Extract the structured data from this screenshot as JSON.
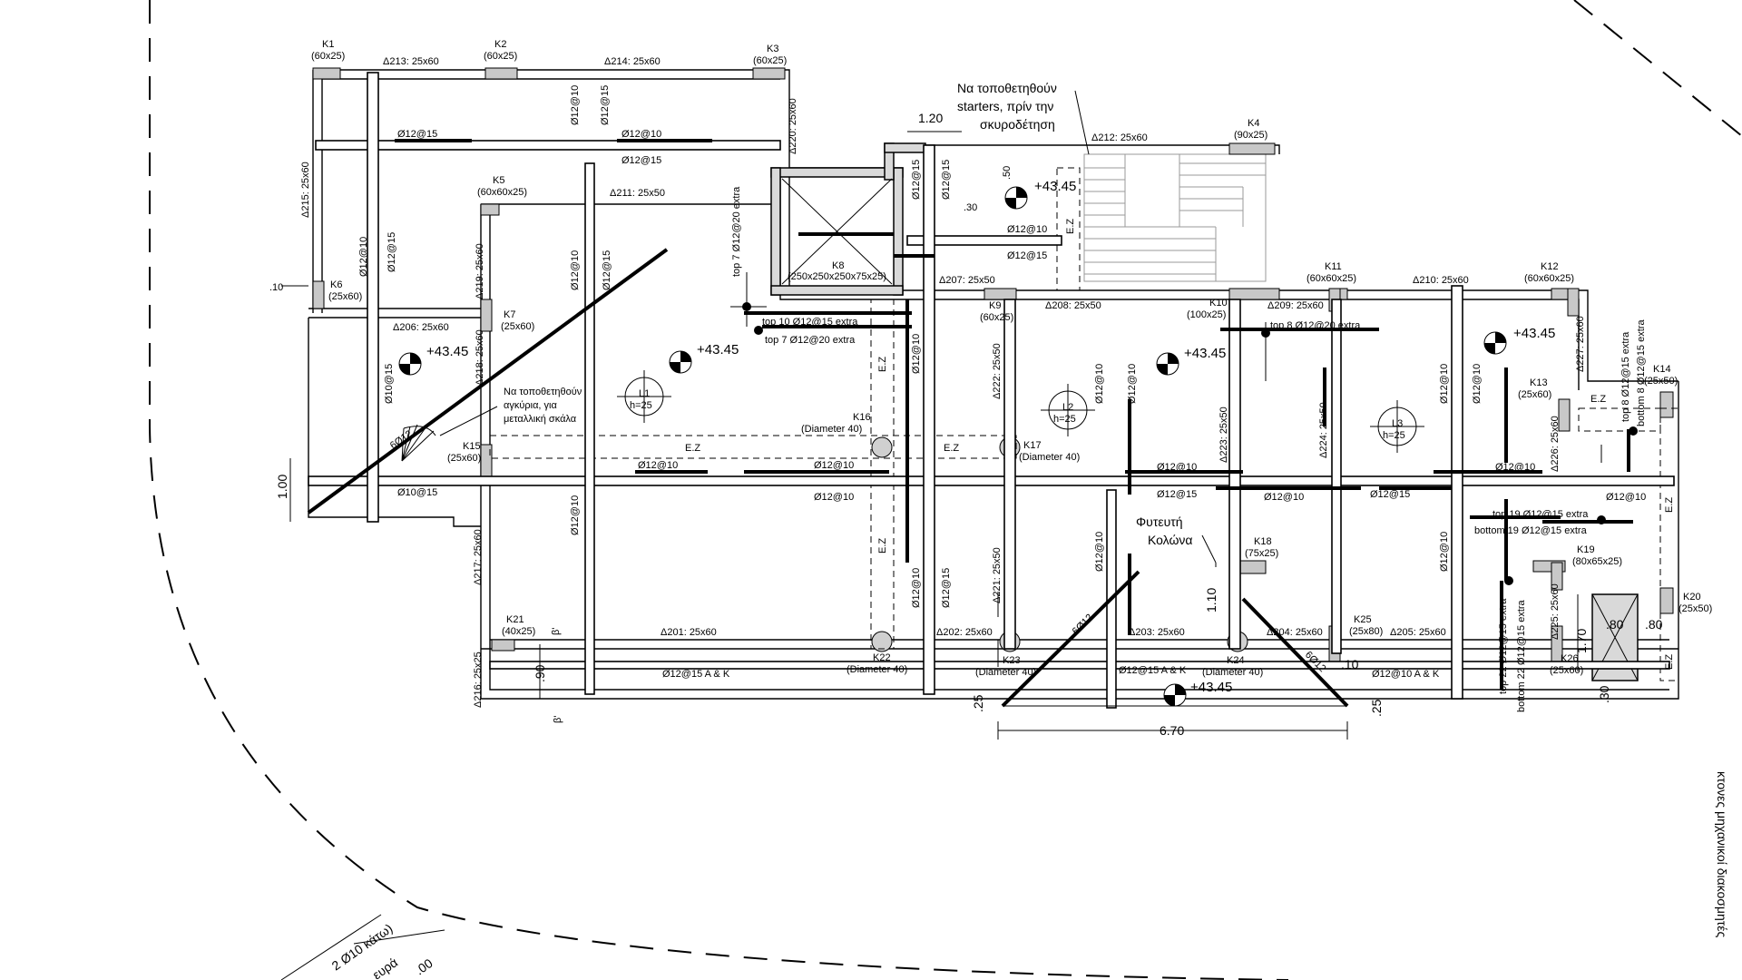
{
  "columns": [
    {
      "id": "K1",
      "size": "(60x25)"
    },
    {
      "id": "K2",
      "size": "(60x25)"
    },
    {
      "id": "K3",
      "size": "(60x25)"
    },
    {
      "id": "K4",
      "size": "(90x25)"
    },
    {
      "id": "K5",
      "size": "(60x60x25)"
    },
    {
      "id": "K6",
      "size": "(25x60)"
    },
    {
      "id": "K7",
      "size": "(25x60)"
    },
    {
      "id": "K8",
      "size": "(250x250x250x75x25)"
    },
    {
      "id": "K9",
      "size": "(60x25)"
    },
    {
      "id": "K10",
      "size": "(100x25)"
    },
    {
      "id": "K11",
      "size": "(60x60x25)"
    },
    {
      "id": "K12",
      "size": "(60x60x25)"
    },
    {
      "id": "K13",
      "size": "(25x60)"
    },
    {
      "id": "K14",
      "size": "(25x50)"
    },
    {
      "id": "K15",
      "size": "(25x60)"
    },
    {
      "id": "K16",
      "size": "(Diameter 40)"
    },
    {
      "id": "K17",
      "size": "(Diameter 40)"
    },
    {
      "id": "K18",
      "size": "(75x25)"
    },
    {
      "id": "K19",
      "size": "(80x65x25)"
    },
    {
      "id": "K20",
      "size": "(25x50)"
    },
    {
      "id": "K21",
      "size": "(40x25)"
    },
    {
      "id": "K22",
      "size": "(Diameter 40)"
    },
    {
      "id": "K23",
      "size": "(Diameter 40)"
    },
    {
      "id": "K24",
      "size": "(Diameter 40)"
    },
    {
      "id": "K25",
      "size": "(25x80)"
    },
    {
      "id": "K26",
      "size": "(25x60)"
    }
  ],
  "beams": {
    "b213": "Δ213: 25x60",
    "b214": "Δ214: 25x60",
    "b212": "Δ212: 25x60",
    "b211": "Δ211: 25x50",
    "b207": "Δ207: 25x50",
    "b208": "Δ208: 25x50",
    "b209": "Δ209: 25x60",
    "b210": "Δ210: 25x60",
    "b206": "Δ206: 25x60",
    "b201": "Δ201: 25x60",
    "b202": "Δ202: 25x60",
    "b203": "Δ203: 25x60",
    "b204": "Δ204: 25x60",
    "b205": "Δ205: 25x60",
    "b215": "Δ215: 25x60",
    "b216": "Δ216: 25x25",
    "b217": "Δ217: 25x60",
    "b218": "Δ218: 25x60",
    "b219": "Δ219: 25x60",
    "b220": "Δ220: 25x60",
    "b221": "Δ221: 25x50",
    "b222": "Δ222: 25x50",
    "b223": "Δ223: 25x50",
    "b224": "Δ224: 25x50",
    "b225": "Δ225: 25x60",
    "b226": "Δ226: 25x60",
    "b227": "Δ227: 25x60"
  },
  "rebar": {
    "r1215": "Ø12@15",
    "r1210": "Ø12@10",
    "r1015": "Ø10@15",
    "r1215ak": "Ø12@15 A & K",
    "r1210ak": "Ø12@10 A & K",
    "six12": "6Ø12",
    "top7": "top 7 Ø12@20 extra",
    "top10": "top 10 Ø12@15 extra",
    "top8": "top 8 Ø12@20 extra",
    "top19": "top 19 Ø12@15 extra",
    "bottom19": "bottom 19 Ø12@15 extra",
    "top22": "top 22 Ø12@15 extra",
    "bottom22": "bottom 22 Ø12@15 extra",
    "top8b": "top 8 Ø12@15 extra",
    "bottom8b": "bottom 8 Ø12@15 extra"
  },
  "slabs": {
    "l1": "L1",
    "l2": "L2",
    "l3": "L3",
    "h": "h=25"
  },
  "level": "+43.45",
  "ez": "E.Z",
  "notes": {
    "starters": [
      "Να τοποθετηθούν",
      "starters, πρίν την",
      "σκυροδέτηση"
    ],
    "anchors": [
      "Να τοποθετηθούν",
      "αγκύρια, για",
      "μεταλλική σκάλα"
    ],
    "planted": [
      "Φυτευτή",
      "Κολώνα"
    ],
    "bottom_cut": "2 Ø10 κάτω)",
    "bottom_cut2": "ευρά",
    "right_edge": "κτονες   μηχανικοί διακοσμητές"
  },
  "dims": {
    "d120": "1.20",
    "d050": ".50",
    "d030": ".30",
    "d010a": ".10",
    "d100": "1.00",
    "d090": ".90",
    "d025a": ".25",
    "d025b": ".25",
    "d670": "6.70",
    "d110": "1.10",
    "d010b": ".10",
    "d170": "1.70",
    "d080a": ".80",
    "d080b": ".80",
    "d030b": ".30",
    "d100b": ".00",
    "beta1": "β'",
    "beta2": "β'"
  }
}
